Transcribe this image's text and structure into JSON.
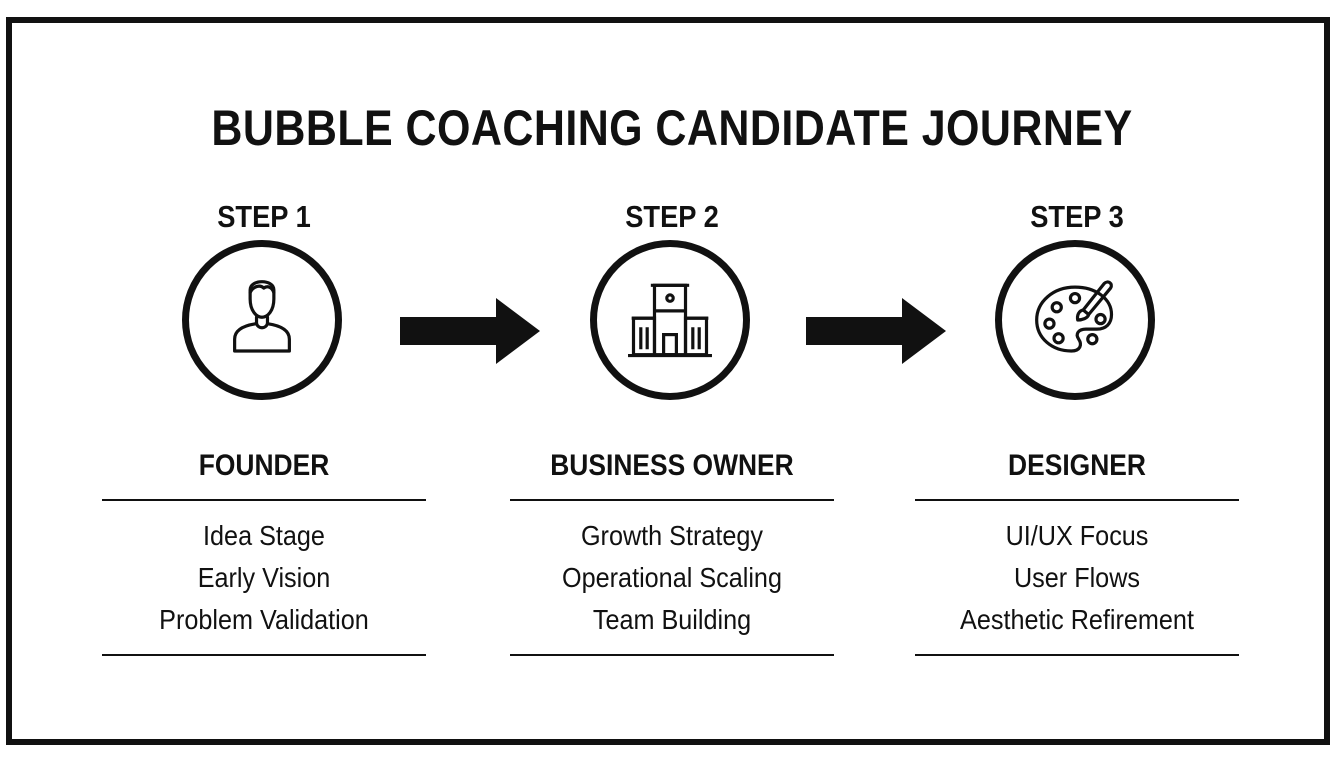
{
  "title": "BUBBLE COACHING CANDIDATE JOURNEY",
  "steps": [
    {
      "step": "STEP 1",
      "icon": "person-icon",
      "role": "FOUNDER",
      "items": [
        "Idea Stage",
        "Early Vision",
        "Problem Validation"
      ]
    },
    {
      "step": "STEP 2",
      "icon": "building-icon",
      "role": "BUSINESS OWNER",
      "items": [
        "Growth Strategy",
        "Operational Scaling",
        "Team Building"
      ]
    },
    {
      "step": "STEP 3",
      "icon": "palette-icon",
      "role": "DESIGNER",
      "items": [
        "UI/UX Focus",
        "User Flows",
        "Aesthetic Refirement"
      ]
    }
  ],
  "colors": {
    "ink": "#111111",
    "background": "#ffffff"
  }
}
